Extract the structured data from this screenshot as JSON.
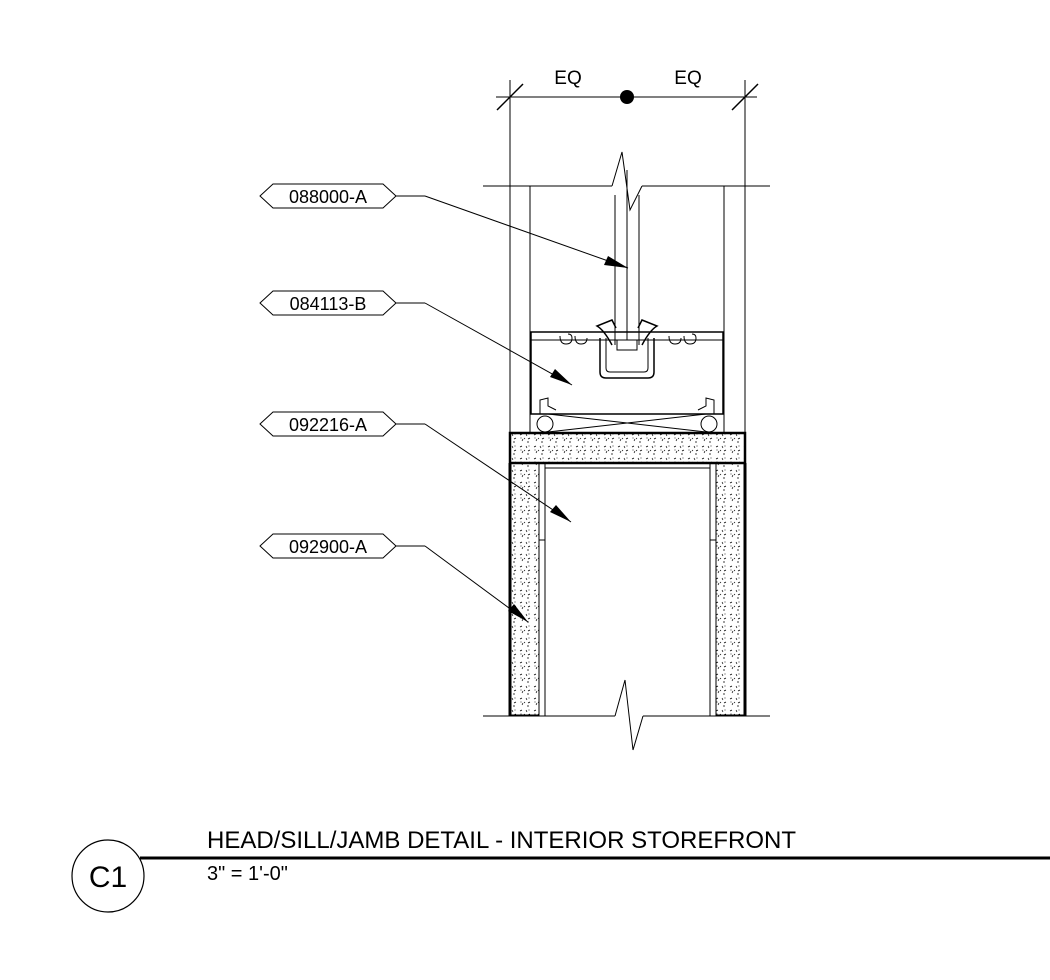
{
  "dimensions": {
    "left": "EQ",
    "right": "EQ"
  },
  "keynotes": [
    {
      "id": "088000-A"
    },
    {
      "id": "084113-B"
    },
    {
      "id": "092216-A"
    },
    {
      "id": "092900-A"
    }
  ],
  "title_block": {
    "detail_id": "C1",
    "title": "HEAD/SILL/JAMB DETAIL - INTERIOR STOREFRONT",
    "scale": "3\" = 1'-0\""
  }
}
